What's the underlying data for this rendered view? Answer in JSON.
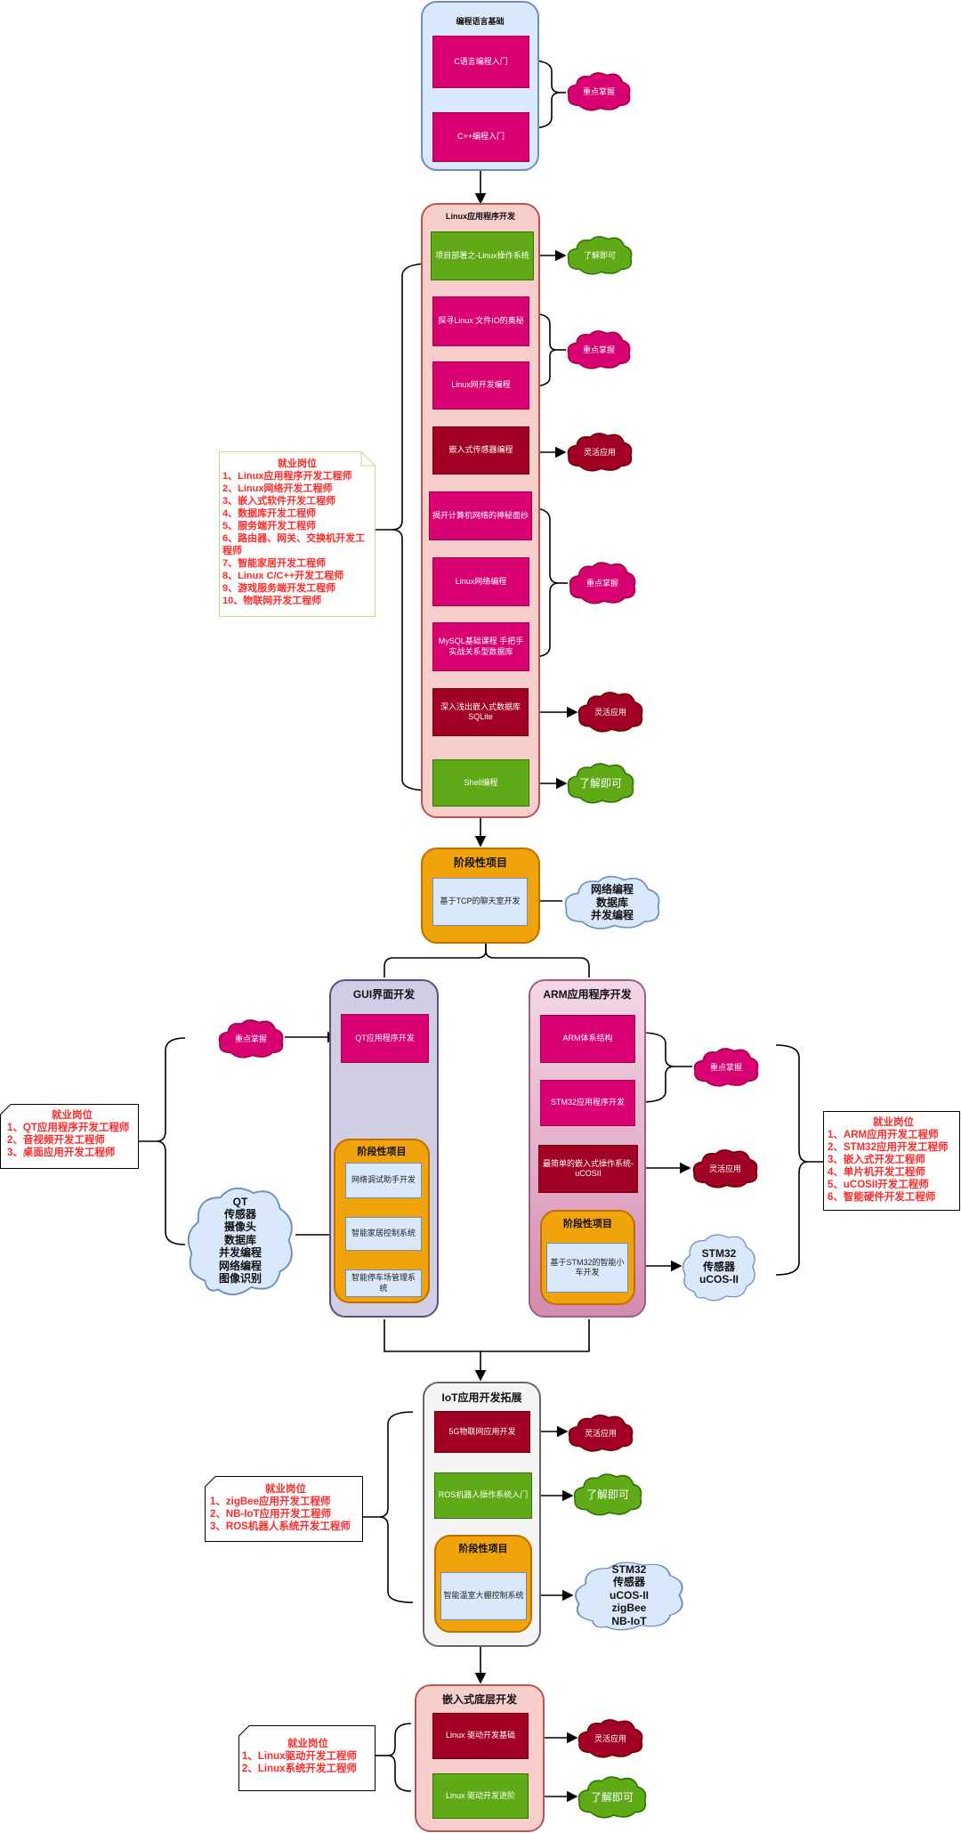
{
  "groups": {
    "basics": {
      "title": "编程语言基础",
      "boxes": [
        "C语言编程入门",
        "C++编程入门"
      ],
      "cloud": "重点掌握"
    },
    "linux_app": {
      "title": "Linux应用程序开发",
      "boxes": [
        "项目部署之-Linux操作系统",
        "探寻Linux 文件IO的奥秘",
        "Linux网开发编程",
        "嵌入式传感器编程",
        "揭开计算机网络的神秘面纱",
        "Linux网络编程",
        "MySQL基础课程  手把手实战关系型数据库",
        "深入浅出嵌入式数据库SQLite",
        "Shell编程"
      ],
      "clouds": [
        "了解即可",
        "重点掌握",
        "灵活应用",
        "重点掌握",
        "灵活应用",
        "了解即可"
      ]
    },
    "stage1": {
      "title": "阶段性项目",
      "box": "基于TCP的聊天室开发",
      "cloud": "网络编程\n数据库\n并发编程"
    },
    "gui": {
      "title": "GUI界面开发",
      "box": "QT应用程序开发",
      "cloud": "重点掌握",
      "stage_title": "阶段性项目",
      "stage_boxes": [
        "网络调试助手开发",
        "智能家居控制系统",
        "智能停车场管理系统"
      ],
      "tech_cloud": "QT\n传感器\n摄像头\n数据库\n并发编程\n网络编程\n图像识别"
    },
    "arm": {
      "title": "ARM应用程序开发",
      "boxes": [
        "ARM体系结构",
        "STM32应用程序开发",
        "最简单的嵌入式操作系统-uCOSII"
      ],
      "clouds": [
        "重点掌握",
        "灵活应用"
      ],
      "stage_title": "阶段性项目",
      "stage_box": "基于STM32的智能小车开发",
      "tech_cloud": "STM32\n传感器\nuCOS-II"
    },
    "iot": {
      "title": "IoT应用开发拓展",
      "boxes": [
        "5G物联网应用开发",
        "ROS机器人操作系统入门"
      ],
      "clouds": [
        "灵活应用",
        "了解即可"
      ],
      "stage_title": "阶段性项目",
      "stage_box": "智能温室大棚控制系统",
      "tech_cloud": "STM32\n传感器\nuCOS-II\nzigBee\nNB-IoT"
    },
    "driver": {
      "title": "嵌入式底层开发",
      "boxes": [
        "Linux 驱动开发基础",
        "Linux 驱动开发进阶"
      ],
      "clouds": [
        "灵活应用",
        "了解即可"
      ]
    }
  },
  "jobs": {
    "linux_app": "就业岗位\n1、Linux应用程序开发工程师\n2、Linux网络开发工程师\n3、嵌入式软件开发工程师\n4、数据库开发工程师\n5、服务端开发工程师\n6、路由器、网关、交换机开发工程师\n7、智能家居开发工程师\n8、Linux C/C++开发工程师\n9、游戏服务端开发工程师\n10、物联网开发工程师",
    "gui": "就业岗位\n1、QT应用程序开发工程师\n2、音视频开发工程师\n3、桌面应用开发工程师",
    "arm": "就业岗位\n1、ARM应用开发工程师\n2、STM32应用开发工程师\n3、嵌入式开发工程师\n4、单片机开发工程师\n5、uCOSII开发工程师\n6、智能硬件开发工程师",
    "iot": "就业岗位\n1、zigBee应用开发工程师\n2、NB-IoT应用开发工程师\n3、ROS机器人系统开发工程师",
    "driver": "就业岗位\n1、Linux驱动开发工程师\n2、Linux系统开发工程师"
  },
  "colors": {
    "magenta": "#d80073",
    "green": "#60a917",
    "darkred": "#a20025",
    "orange": "#f0a30a",
    "job_text": "#ff2a2a"
  }
}
